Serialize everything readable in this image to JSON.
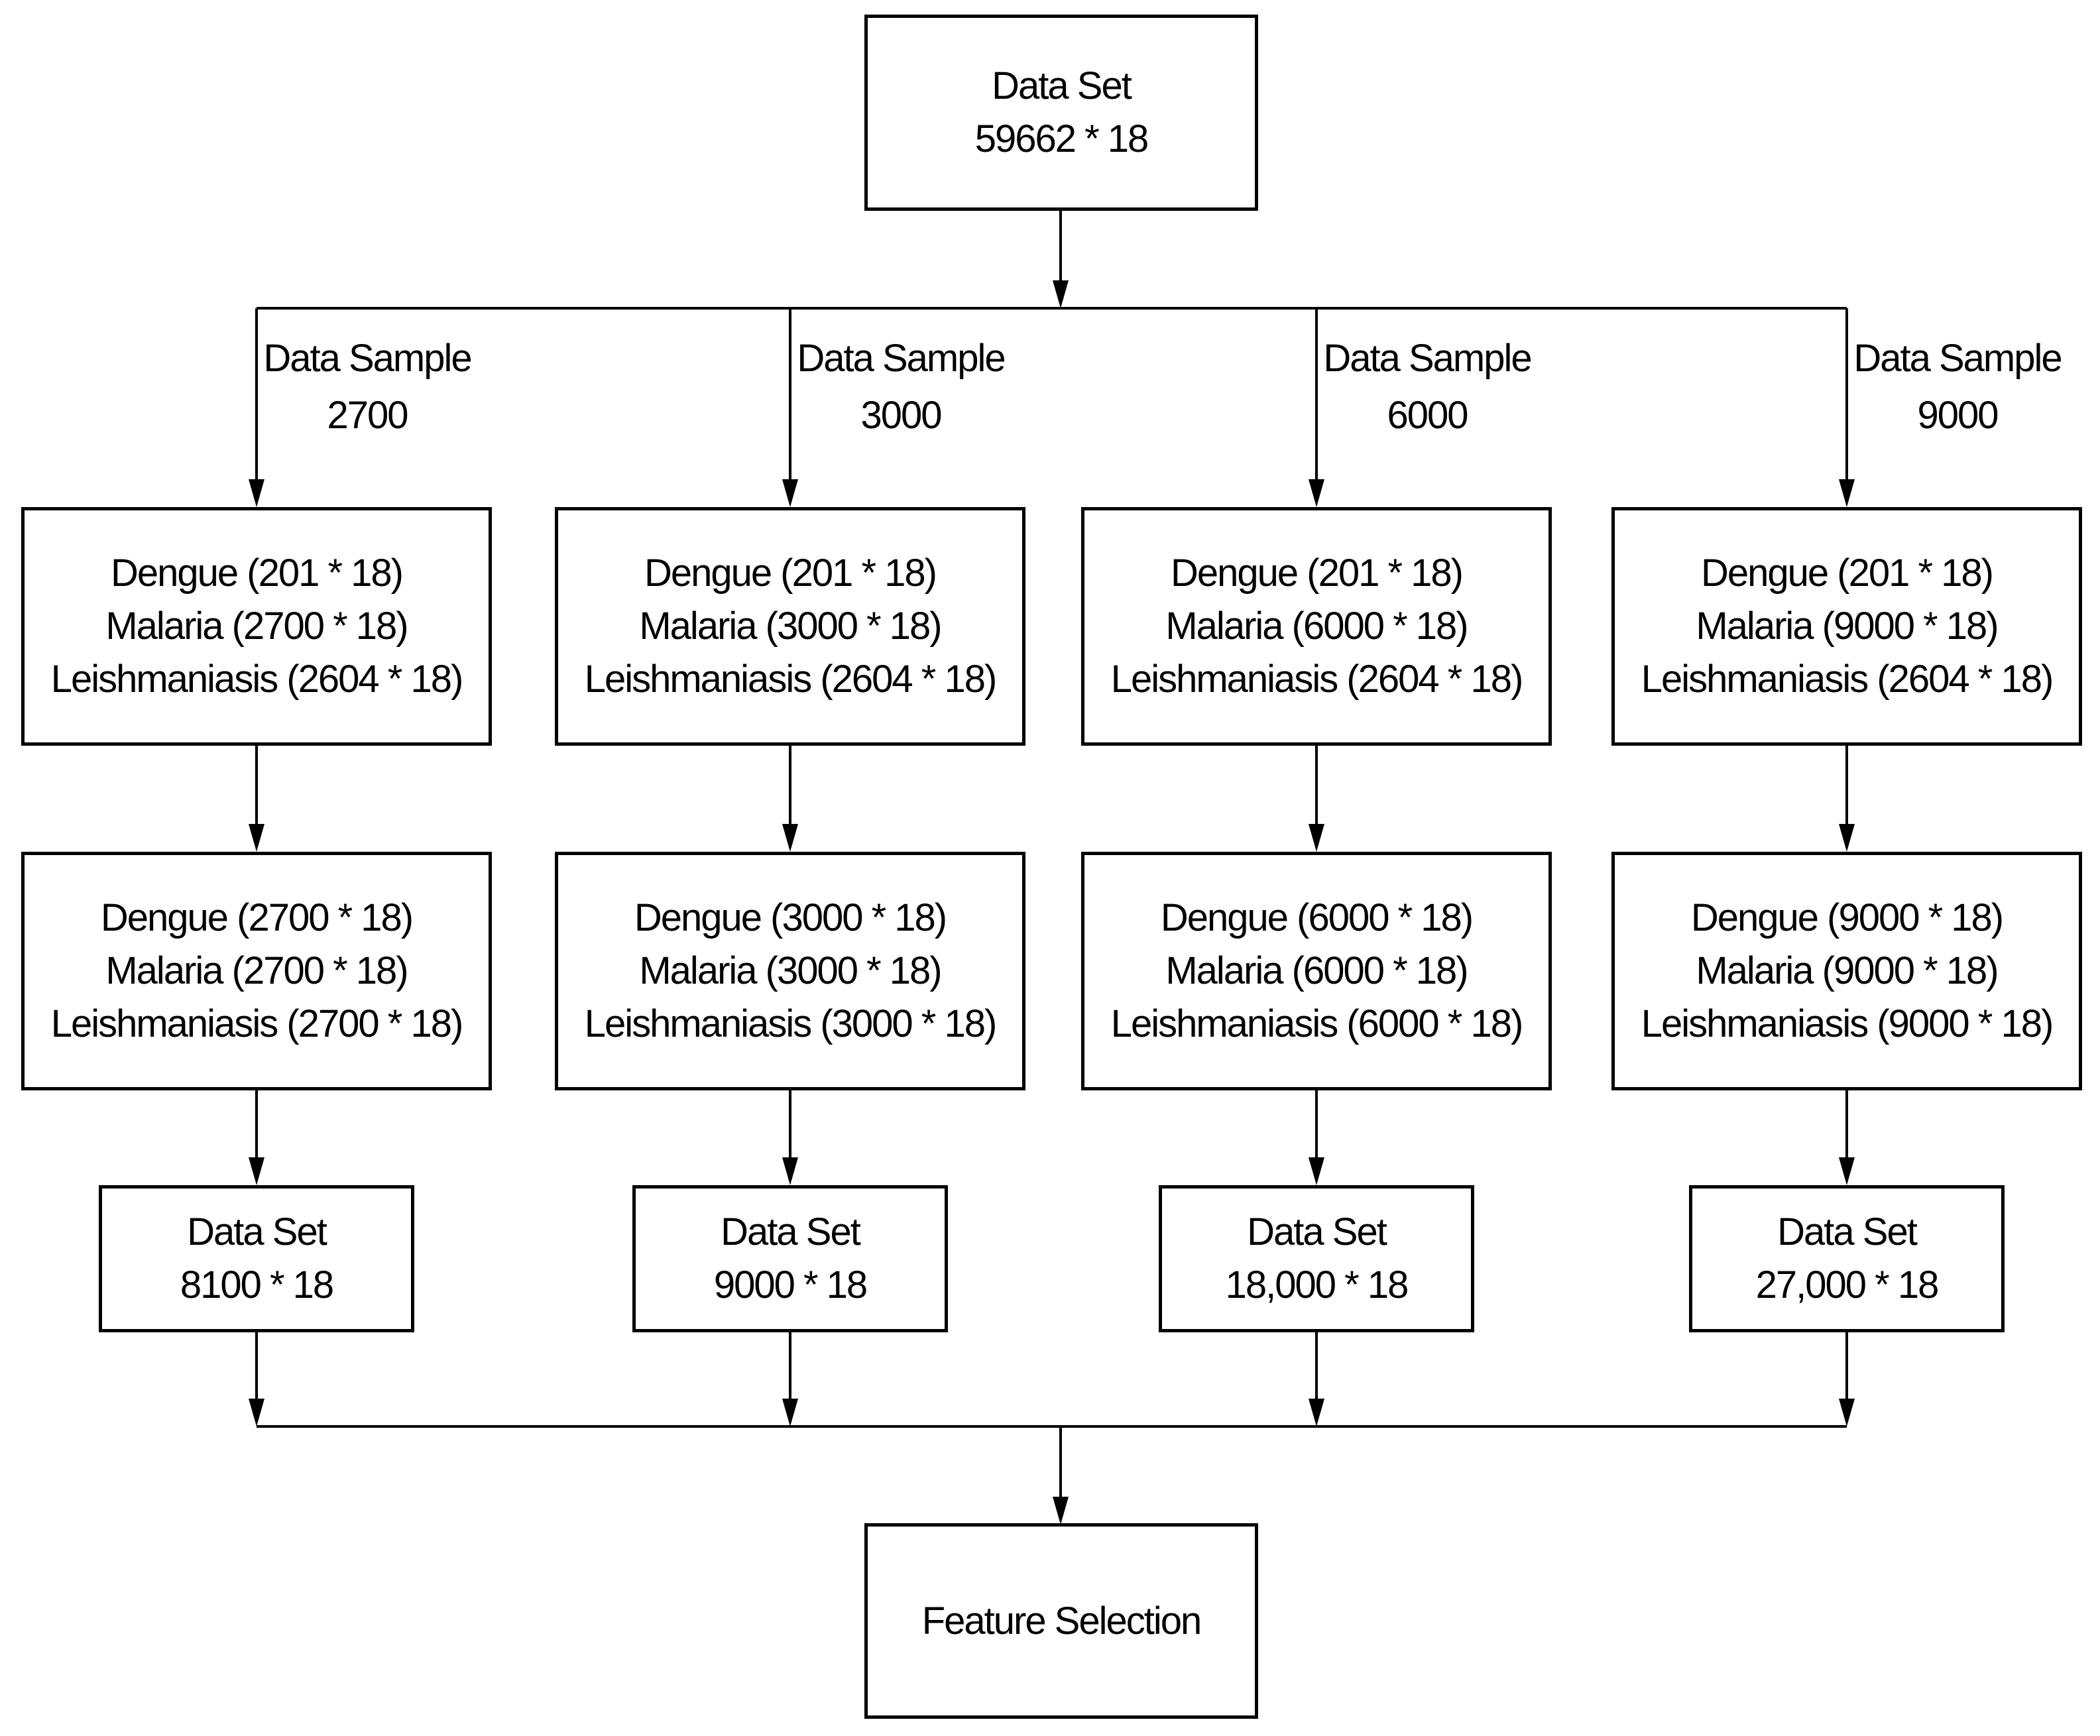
{
  "root": {
    "title": "Data Set",
    "dims": "59662 * 18"
  },
  "columns": [
    {
      "sample_label": "Data Sample",
      "sample_size": "2700",
      "stage1": [
        "Dengue (201 * 18)",
        "Malaria (2700 * 18)",
        "Leishmaniasis (2604 * 18)"
      ],
      "stage2": [
        "Dengue (2700 * 18)",
        "Malaria (2700 * 18)",
        "Leishmaniasis (2700 * 18)"
      ],
      "dataset": {
        "title": "Data Set",
        "dims": "8100 * 18"
      }
    },
    {
      "sample_label": "Data Sample",
      "sample_size": "3000",
      "stage1": [
        "Dengue (201 * 18)",
        "Malaria (3000 * 18)",
        "Leishmaniasis (2604 * 18)"
      ],
      "stage2": [
        "Dengue (3000 * 18)",
        "Malaria (3000 * 18)",
        "Leishmaniasis (3000 * 18)"
      ],
      "dataset": {
        "title": "Data Set",
        "dims": "9000 * 18"
      }
    },
    {
      "sample_label": "Data Sample",
      "sample_size": "6000",
      "stage1": [
        "Dengue (201 * 18)",
        "Malaria (6000 * 18)",
        "Leishmaniasis (2604 * 18)"
      ],
      "stage2": [
        "Dengue (6000 * 18)",
        "Malaria (6000 * 18)",
        "Leishmaniasis (6000 * 18)"
      ],
      "dataset": {
        "title": "Data Set",
        "dims": "18,000 * 18"
      }
    },
    {
      "sample_label": "Data Sample",
      "sample_size": "9000",
      "stage1": [
        "Dengue (201 * 18)",
        "Malaria (9000 * 18)",
        "Leishmaniasis (2604 * 18)"
      ],
      "stage2": [
        "Dengue (9000 * 18)",
        "Malaria (9000 * 18)",
        "Leishmaniasis (9000 * 18)"
      ],
      "dataset": {
        "title": "Data Set",
        "dims": "27,000 * 18"
      }
    }
  ],
  "final": {
    "title": "Feature Selection"
  },
  "colors": {
    "line": "#000000",
    "box_border": "#000000",
    "box_fill": "#ffffff",
    "background": "#ffffff",
    "text": "#000000"
  }
}
